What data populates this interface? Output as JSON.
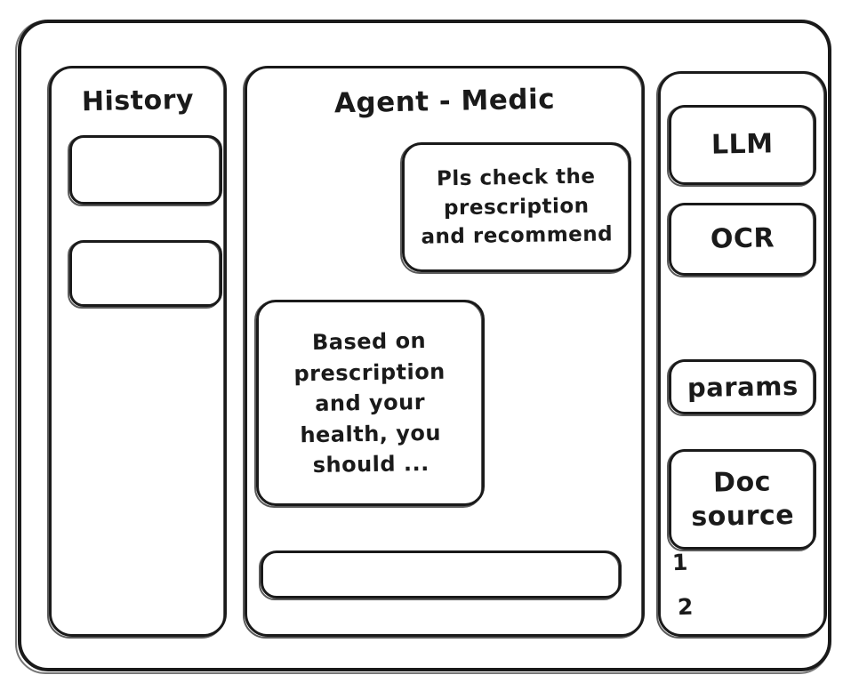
{
  "window": {
    "name": "agent-app-wireframe"
  },
  "history_panel": {
    "title": "History",
    "items": [
      {
        "label": ""
      },
      {
        "label": ""
      }
    ]
  },
  "main_panel": {
    "title": "Agent - Medic",
    "messages": [
      {
        "role": "user",
        "text": "Pls check the\nprescription\nand recommend"
      },
      {
        "role": "agent",
        "text": "Based on\nprescription\nand your\nhealth, you\nshould ..."
      }
    ],
    "composer": {
      "value": "",
      "placeholder": ""
    }
  },
  "tools_panel": {
    "cards": [
      {
        "label": "LLM"
      },
      {
        "label": "OCR"
      },
      {
        "label": "params"
      },
      {
        "label": "Doc\nsource"
      }
    ],
    "doc_sources": [
      {
        "label": "1"
      },
      {
        "label": "2"
      }
    ]
  },
  "colors": {
    "stroke": "#1a1a1a",
    "background": "#ffffff"
  }
}
